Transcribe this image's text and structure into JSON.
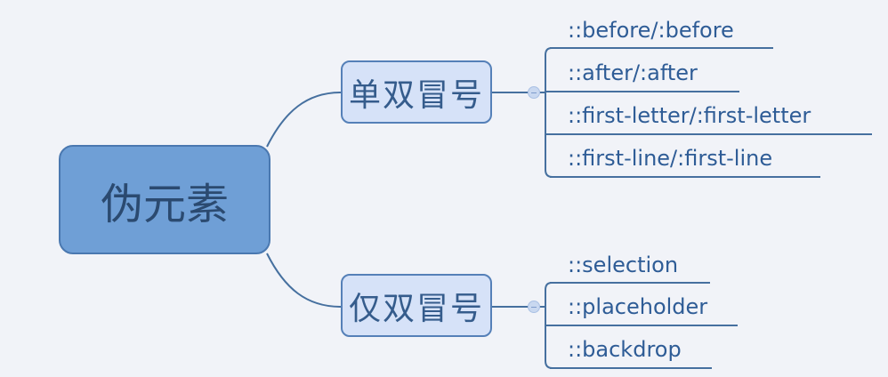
{
  "root": {
    "label": "伪元素"
  },
  "branches": [
    {
      "label": "单双冒号",
      "children": [
        "::before/:before",
        "::after/:after",
        "::first-letter/:first-letter",
        "::first-line/:first-line"
      ]
    },
    {
      "label": "仅双冒号",
      "children": [
        "::selection",
        "::placeholder",
        "::backdrop"
      ]
    }
  ],
  "colors": {
    "line": "#3f6aa3",
    "root_fill": "#6f9fd6",
    "branch_fill": "#d6e2f8",
    "text": "#2e5c96"
  }
}
